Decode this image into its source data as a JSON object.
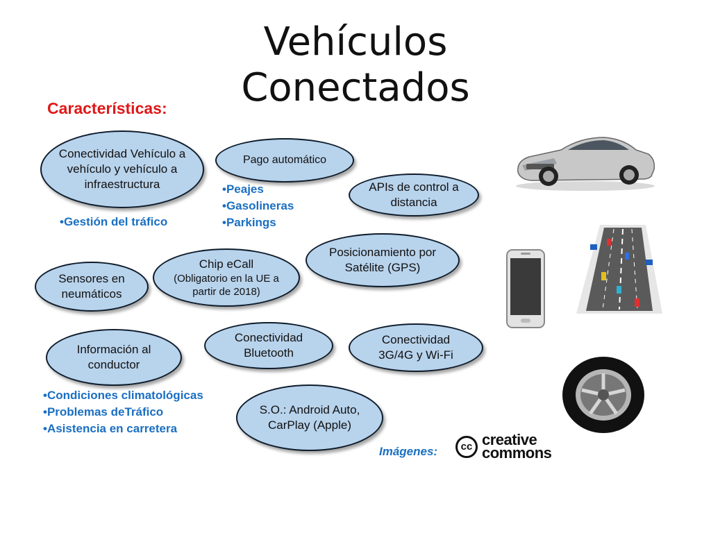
{
  "title": {
    "line1": "Vehículos",
    "line2": "Conectados"
  },
  "subtitle": "Características:",
  "bubbles": {
    "v2v": "Conectividad Vehículo a vehículo y vehículo a infraestructura",
    "pago": "Pago automático",
    "apis": "APIs de control a distancia",
    "gps": "Posicionamiento por Satélite (GPS)",
    "ecall_title": "Chip eCall",
    "ecall_sub": "(Obligatorio en la UE a partir de 2018)",
    "sensores": "Sensores en neumáticos",
    "info": "Información al conductor",
    "bluetooth": "Conectividad Bluetooth",
    "conect3g": "Conectividad 3G/4G y Wi-Fi",
    "so": "S.O.: Android Auto, CarPlay (Apple)"
  },
  "lists": {
    "trafico": [
      "Gestión del tráfico"
    ],
    "pago": [
      "Peajes",
      "Gasolineras",
      "Parkings"
    ],
    "info": [
      "Condiciones climatológicas",
      "Problemas deTráfico",
      "Asistencia en carretera"
    ]
  },
  "footer": {
    "images_label": "Imágenes:",
    "cc_mark": "cc",
    "cc_line1": "creative",
    "cc_line2": "commons"
  },
  "icons": {
    "car": "car-icon",
    "phone": "smartphone-icon",
    "road": "road-traffic-icon",
    "tire": "tire-icon"
  }
}
